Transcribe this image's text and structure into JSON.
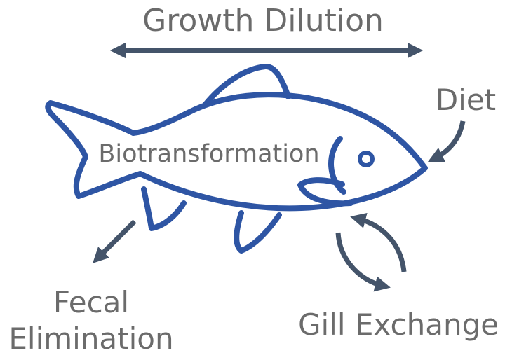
{
  "labels": {
    "growth_dilution": "Growth Dilution",
    "diet": "Diet",
    "biotransformation": "Biotransformation",
    "fecal_elimination_line1": "Fecal",
    "fecal_elimination_line2": "Elimination",
    "gill_exchange": "Gill Exchange"
  },
  "colors": {
    "fish_outline": "#2E55A4",
    "arrow": "#44546A",
    "text": "#6b6b6b",
    "background": "#ffffff"
  },
  "icons": {
    "fish": "fish-outline-icon",
    "growth_arrow": "double-headed-arrow-icon",
    "diet_arrow": "curved-arrow-icon",
    "fecal_arrow": "straight-arrow-icon",
    "gill_arrows": "exchange-arrows-icon"
  }
}
